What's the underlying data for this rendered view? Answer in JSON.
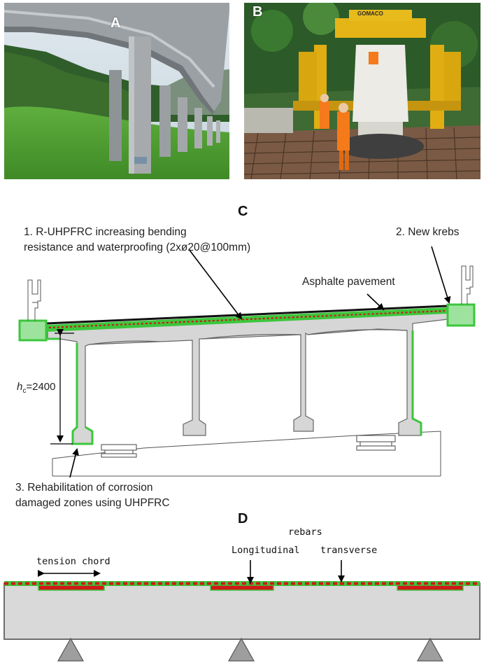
{
  "panels": {
    "a": "A",
    "b": "B",
    "c": "C",
    "d": "D"
  },
  "photo_b_sign": "GOMACO",
  "section_c": {
    "label_1_line1": "1. R-UHPFRC increasing bending",
    "label_1_line2": "resistance and waterproofing (2xø20@100mm)",
    "label_2": "2. New krebs",
    "asphalt": "Asphalte pavement",
    "height_var": "h",
    "height_sub": "c",
    "height_val": "=2400",
    "label_3_line1": "3. Rehabilitation of corrosion",
    "label_3_line2": "damaged zones using UHPFRC"
  },
  "section_d": {
    "rebars": "rebars",
    "longitudinal": "Longitudinal",
    "transverse": "transverse",
    "tension_chord": "tension chord"
  },
  "colors": {
    "uhpfrc_green": "#3cc63c",
    "rebar_red": "#d01818",
    "concrete_grey": "#d4d4d4",
    "outline": "#6e6e6e"
  }
}
